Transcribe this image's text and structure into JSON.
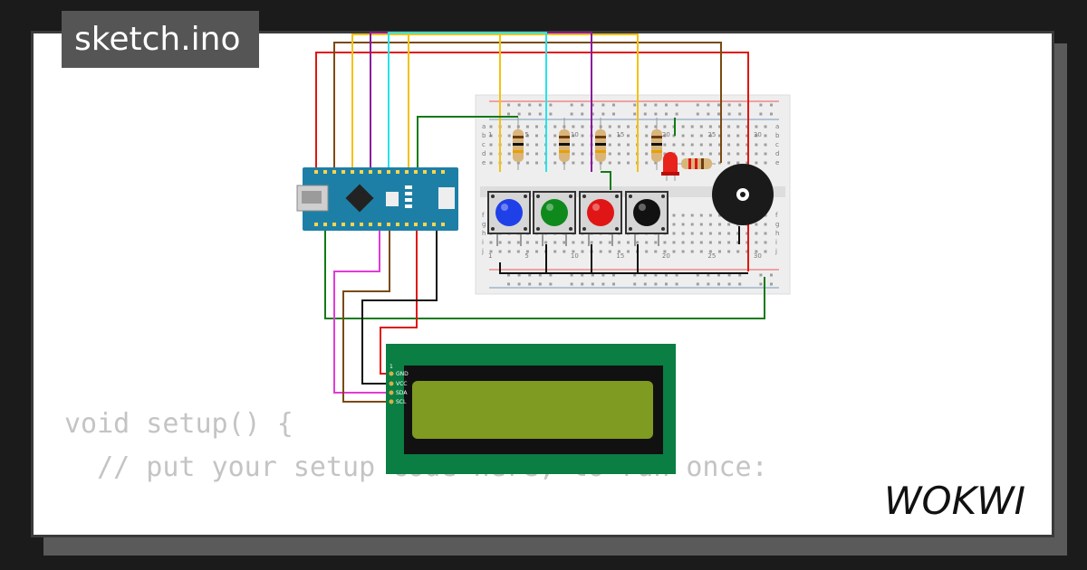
{
  "project": {
    "filename": "sketch.ino",
    "brand": "WOKWI"
  },
  "code_preview": {
    "lines": [
      "void setup() {",
      "  // put your setup code here, to run once:",
      "",
      "}"
    ]
  },
  "lcd": {
    "pins": [
      "GND",
      "VCC",
      "SDA",
      "SCL"
    ],
    "pin1_label": "1"
  },
  "breadboard": {
    "row_labels_top": [
      "a",
      "b",
      "c",
      "d",
      "e"
    ],
    "row_labels_bottom": [
      "f",
      "g",
      "h",
      "i",
      "j"
    ],
    "column_numbers": [
      "1",
      "5",
      "10",
      "15",
      "20",
      "25",
      "30"
    ]
  },
  "buttons": [
    {
      "name": "blue",
      "color": "#1f3fe8"
    },
    {
      "name": "green",
      "color": "#0e8a1c"
    },
    {
      "name": "red",
      "color": "#e01616"
    },
    {
      "name": "black",
      "color": "#111111"
    }
  ],
  "colors": {
    "background": "#1b1b1b",
    "card": "#ffffff",
    "tag": "#555555",
    "code_text": "#c4c4c4",
    "lcd_board": "#0a7e43",
    "lcd_screen": "#7f9b21",
    "nano_board": "#1e7fa6"
  }
}
